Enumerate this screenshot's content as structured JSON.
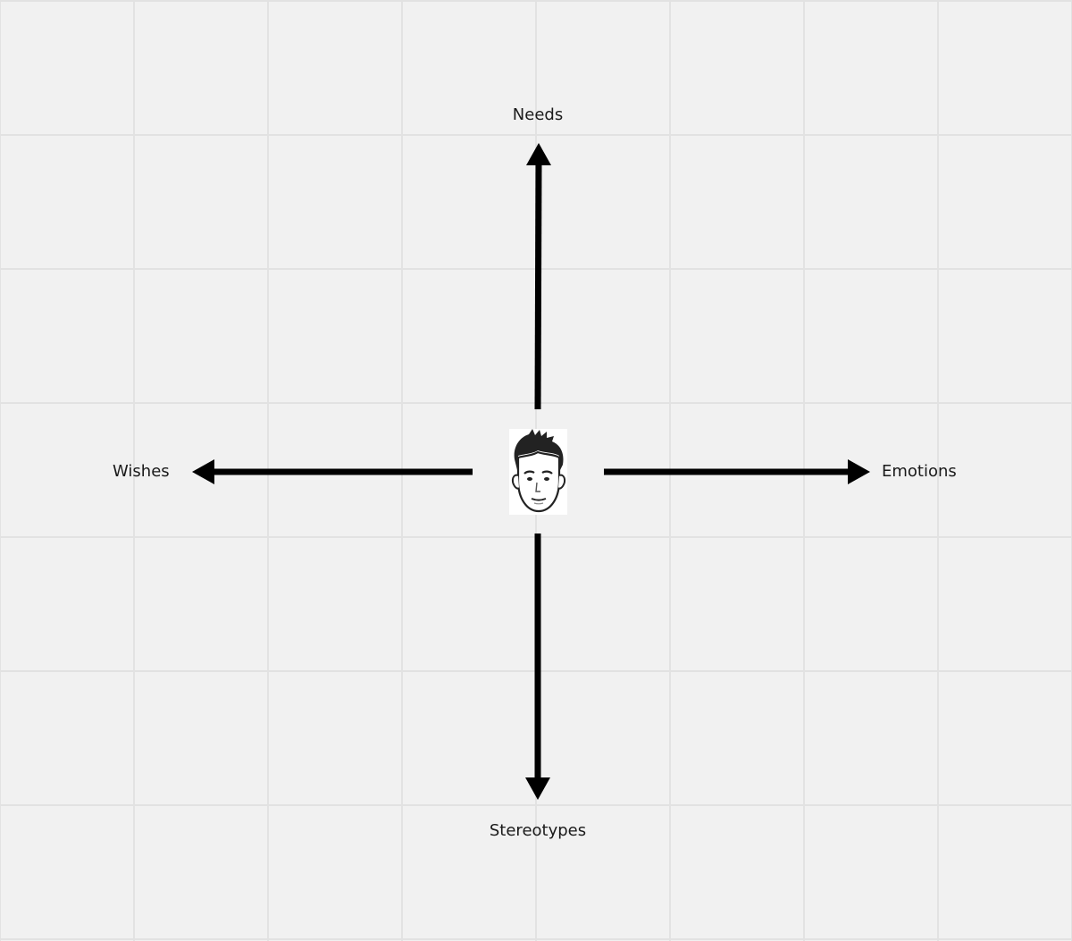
{
  "diagram": {
    "labels": {
      "top": "Needs",
      "bottom": "Stereotypes",
      "left": "Wishes",
      "right": "Emotions"
    },
    "center_icon": "person-face-icon",
    "colors": {
      "background": "#f1f1f1",
      "grid": "#e2e2e2",
      "arrow": "#000000"
    }
  }
}
